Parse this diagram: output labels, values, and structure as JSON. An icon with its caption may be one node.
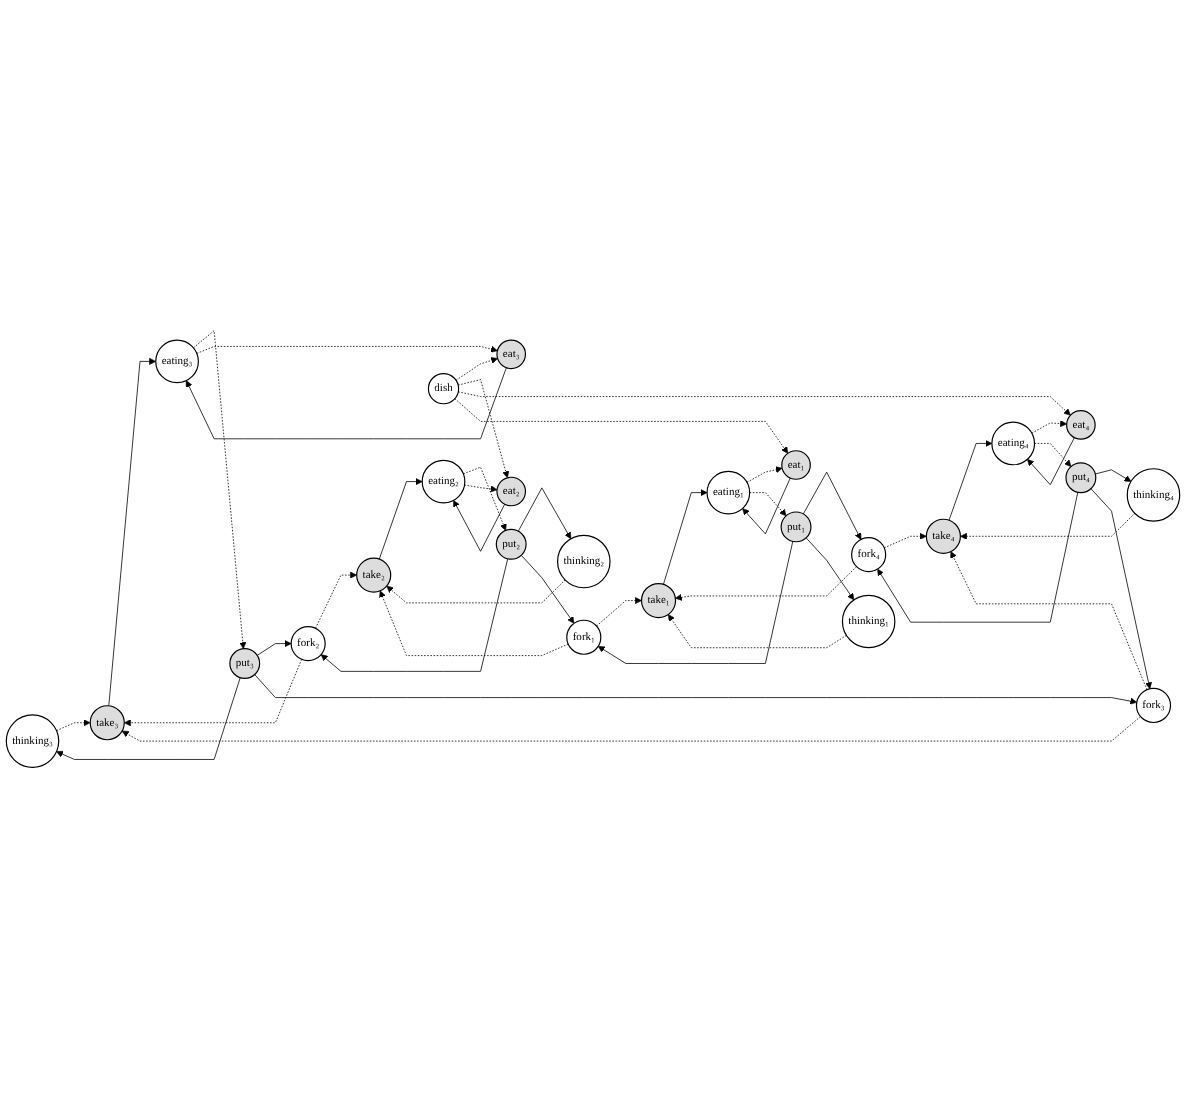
{
  "diagram": {
    "nodes": [
      {
        "text": [
          "thinking₃"
        ]
      },
      {
        "text": [
          "put₃"
        ]
      },
      {
        "text": [
          "fork₂"
        ]
      },
      {
        "text": [
          "take₃"
        ]
      },
      {
        "text": [
          "fork₃"
        ]
      },
      {
        "text": [
          "eating₃"
        ]
      },
      {
        "text": [
          "eat₃"
        ]
      },
      {
        "text": [
          "take₂"
        ]
      },
      {
        "text": [
          "put₄"
        ]
      },
      {
        "text": [
          "thinking₂"
        ]
      },
      {
        "text": [
          "eating₂"
        ]
      },
      {
        "text": [
          "eat₂"
        ]
      },
      {
        "text": [
          "dish"
        ]
      },
      {
        "text": [
          "eat₄"
        ]
      },
      {
        "text": [
          "eating₄"
        ]
      },
      {
        "text": [
          "thinking₄"
        ]
      },
      {
        "text": [
          "put₂"
        ]
      },
      {
        "text": [
          "take₄"
        ]
      },
      {
        "text": [
          "eat₁"
        ]
      },
      {
        "text": [
          "eating₁"
        ]
      },
      {
        "text": [
          "take₁"
        ]
      },
      {
        "text": [
          "fork₁"
        ]
      },
      {
        "text": [
          "put₁"
        ]
      },
      {
        "text": [
          "fork₄"
        ]
      },
      {
        "text": [
          "thinking₁"
        ]
      }
    ],
    "edges": [
      {
        "from": 1,
        "to": 0,
        "arrow": "to"
      },
      {
        "from": 0,
        "to": 3,
        "arrow": "to",
        "style": "dashed"
      },
      {
        "from": 1,
        "to": 2,
        "arrow": "to"
      },
      {
        "from": 1,
        "to": 4,
        "arrow": "to"
      },
      {
        "from": 2,
        "to": 3,
        "arrow": "to",
        "style": "dashed"
      },
      {
        "from": 4,
        "to": 3,
        "arrow": "to",
        "style": "dashed"
      },
      {
        "from": 3,
        "to": 5,
        "arrow": "to"
      },
      {
        "from": 5,
        "to": 1,
        "arrow": "to",
        "style": "dashed"
      },
      {
        "from": 6,
        "to": 5,
        "arrow": "to"
      },
      {
        "from": 5,
        "to": 6,
        "arrow": "to",
        "style": "dashed"
      },
      {
        "from": 12,
        "to": 6,
        "arrow": "to",
        "style": "dashed"
      },
      {
        "from": 2,
        "to": 7,
        "arrow": "to",
        "style": "dashed"
      },
      {
        "from": 9,
        "to": 7,
        "arrow": "to",
        "style": "dashed"
      },
      {
        "from": 21,
        "to": 7,
        "arrow": "to",
        "style": "dashed"
      },
      {
        "from": 7,
        "to": 10,
        "arrow": "to"
      },
      {
        "from": 10,
        "to": 16,
        "arrow": "to",
        "style": "dashed"
      },
      {
        "from": 16,
        "to": 9,
        "arrow": "to"
      },
      {
        "from": 16,
        "to": 2,
        "arrow": "to"
      },
      {
        "from": 16,
        "to": 21,
        "arrow": "to"
      },
      {
        "from": 10,
        "to": 11,
        "arrow": "to",
        "style": "dashed"
      },
      {
        "from": 11,
        "to": 10,
        "arrow": "to"
      },
      {
        "from": 12,
        "to": 11,
        "arrow": "to",
        "style": "dashed"
      },
      {
        "from": 12,
        "to": 13,
        "arrow": "to",
        "style": "dashed"
      },
      {
        "from": 13,
        "to": 14,
        "arrow": "to"
      },
      {
        "from": 14,
        "to": 13,
        "arrow": "to",
        "style": "dashed"
      },
      {
        "from": 14,
        "to": 8,
        "arrow": "to",
        "style": "dashed"
      },
      {
        "from": 8,
        "to": 15,
        "arrow": "to"
      },
      {
        "from": 8,
        "to": 4,
        "arrow": "to"
      },
      {
        "from": 8,
        "to": 23,
        "arrow": "to"
      },
      {
        "from": 15,
        "to": 17,
        "arrow": "to",
        "style": "dashed"
      },
      {
        "from": 4,
        "to": 17,
        "arrow": "to",
        "style": "dashed"
      },
      {
        "from": 23,
        "to": 17,
        "arrow": "to",
        "style": "dashed"
      },
      {
        "from": 17,
        "to": 14,
        "arrow": "to"
      },
      {
        "from": 12,
        "to": 18,
        "arrow": "to",
        "style": "dashed"
      },
      {
        "from": 18,
        "to": 19,
        "arrow": "to"
      },
      {
        "from": 19,
        "to": 18,
        "arrow": "to",
        "style": "dashed"
      },
      {
        "from": 20,
        "to": 19,
        "arrow": "to"
      },
      {
        "from": 19,
        "to": 22,
        "arrow": "to",
        "style": "dashed"
      },
      {
        "from": 21,
        "to": 20,
        "arrow": "to",
        "style": "dashed"
      },
      {
        "from": 23,
        "to": 20,
        "arrow": "to",
        "style": "dashed"
      },
      {
        "from": 24,
        "to": 20,
        "arrow": "to",
        "style": "dashed"
      },
      {
        "from": 22,
        "to": 21,
        "arrow": "to"
      },
      {
        "from": 22,
        "to": 23,
        "arrow": "to"
      },
      {
        "from": 22,
        "to": 24,
        "arrow": "to"
      }
    ]
  }
}
